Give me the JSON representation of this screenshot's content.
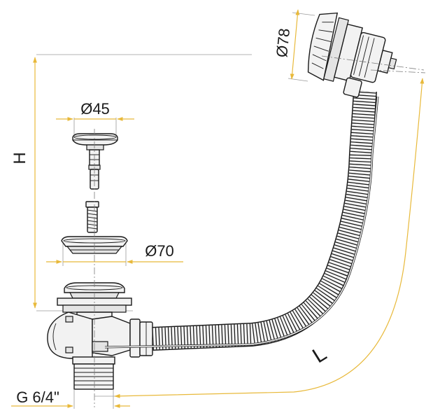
{
  "labels": {
    "dia_overflow": "Ø78",
    "dia_plug": "Ø45",
    "dia_flange": "Ø70",
    "height": "H",
    "length": "L",
    "thread": "G 6/4\""
  },
  "colors": {
    "dimension_line": "#e8b93a",
    "outline": "#1a1a1a",
    "extension_line": "#9a9a9a",
    "part_fill": "#f2f2f2"
  }
}
